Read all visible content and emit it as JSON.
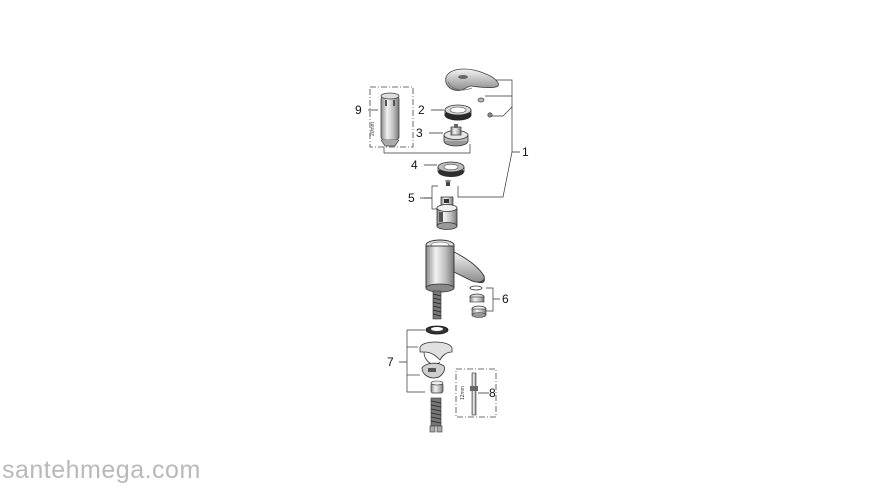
{
  "callouts": [
    "1",
    "2",
    "3",
    "4",
    "5",
    "6",
    "7",
    "8",
    "9"
  ],
  "dimensions": {
    "cartridge_tool": "20mm",
    "rod": "12mm"
  },
  "watermark": "santehmega.com",
  "colors": {
    "line": "#333333",
    "part_dark": "#555555",
    "part_mid": "#999999",
    "part_light": "#d8d8d8",
    "watermark": "#b9b9b9"
  }
}
